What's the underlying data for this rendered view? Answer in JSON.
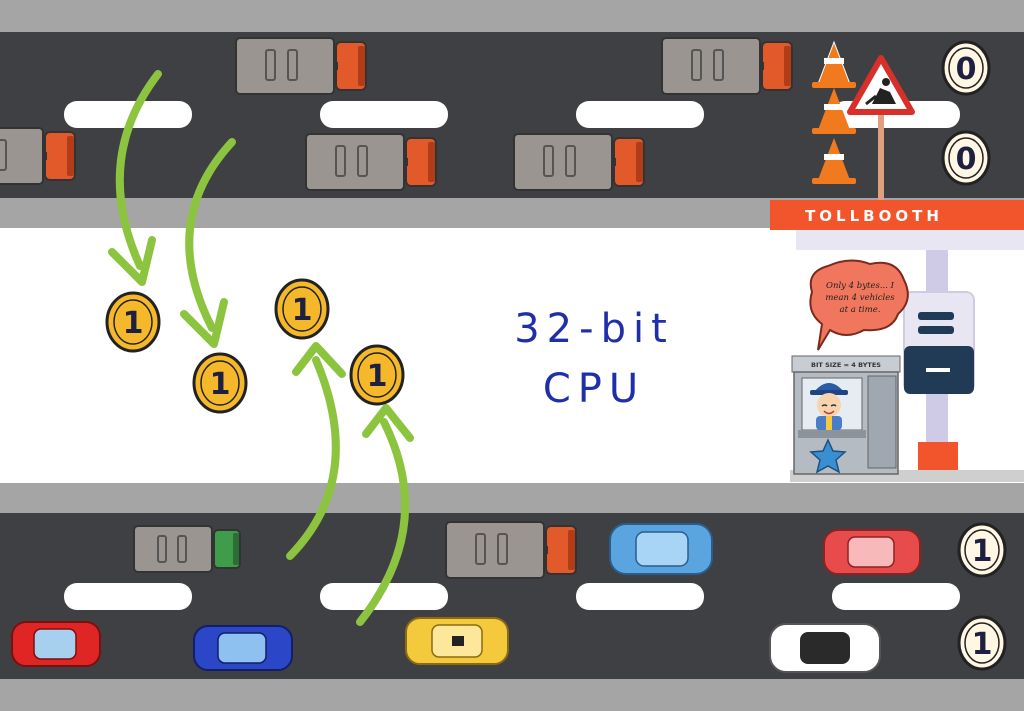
{
  "title": {
    "line1": "32-bit",
    "line2": "CPU"
  },
  "tollbooth": {
    "sign": "TOLLBOOTH",
    "booth_sign": "BIT SIZE = 4 BYTES",
    "speech_lines": [
      "Only 4 bytes... I",
      "mean 4 vehicles",
      "at a time."
    ]
  },
  "flying_coins": [
    "1",
    "1",
    "1",
    "1"
  ],
  "top_road_lane_bits": [
    "0",
    "0"
  ],
  "bottom_road_lane_bits": [
    "1",
    "1"
  ],
  "icons": {
    "arrows": "green-curved-arrow-icon",
    "roadwork": "men-at-work-sign-icon",
    "cones": "traffic-cone-icon",
    "attendant": "toll-attendant-icon",
    "star": "star-badge-icon"
  },
  "colors": {
    "road": "#3f4044",
    "shoulder": "#a5a5a5",
    "arrow": "#8cc43f",
    "coin": "#f5b82a",
    "title": "#1f2fa8",
    "tollbooth_sign": "#f2552b",
    "speech_bubble": "#f0775d"
  }
}
